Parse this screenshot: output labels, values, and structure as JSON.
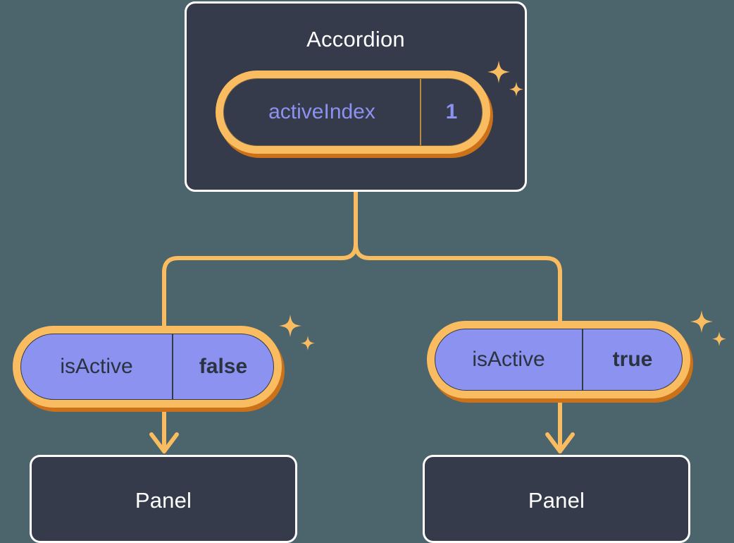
{
  "diagram": {
    "type": "component-tree",
    "background_color": "#4c646b",
    "accent_color": "#f9bc60",
    "accent_shadow_color": "#cb711a",
    "card_color": "#353b4a",
    "prop_color": "#8b92f0",
    "root": {
      "title": "Accordion",
      "prop": {
        "key": "activeIndex",
        "value": "1"
      }
    },
    "branches": [
      {
        "prop": {
          "key": "isActive",
          "value": "false"
        },
        "child": {
          "title": "Panel"
        }
      },
      {
        "prop": {
          "key": "isActive",
          "value": "true"
        },
        "child": {
          "title": "Panel"
        }
      }
    ]
  }
}
